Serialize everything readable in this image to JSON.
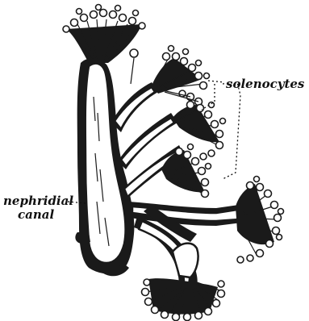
{
  "figure": {
    "labels": {
      "solenocytes": "solenocytes",
      "nephridial_line1": "nephridial",
      "nephridial_line2": "canal"
    }
  }
}
